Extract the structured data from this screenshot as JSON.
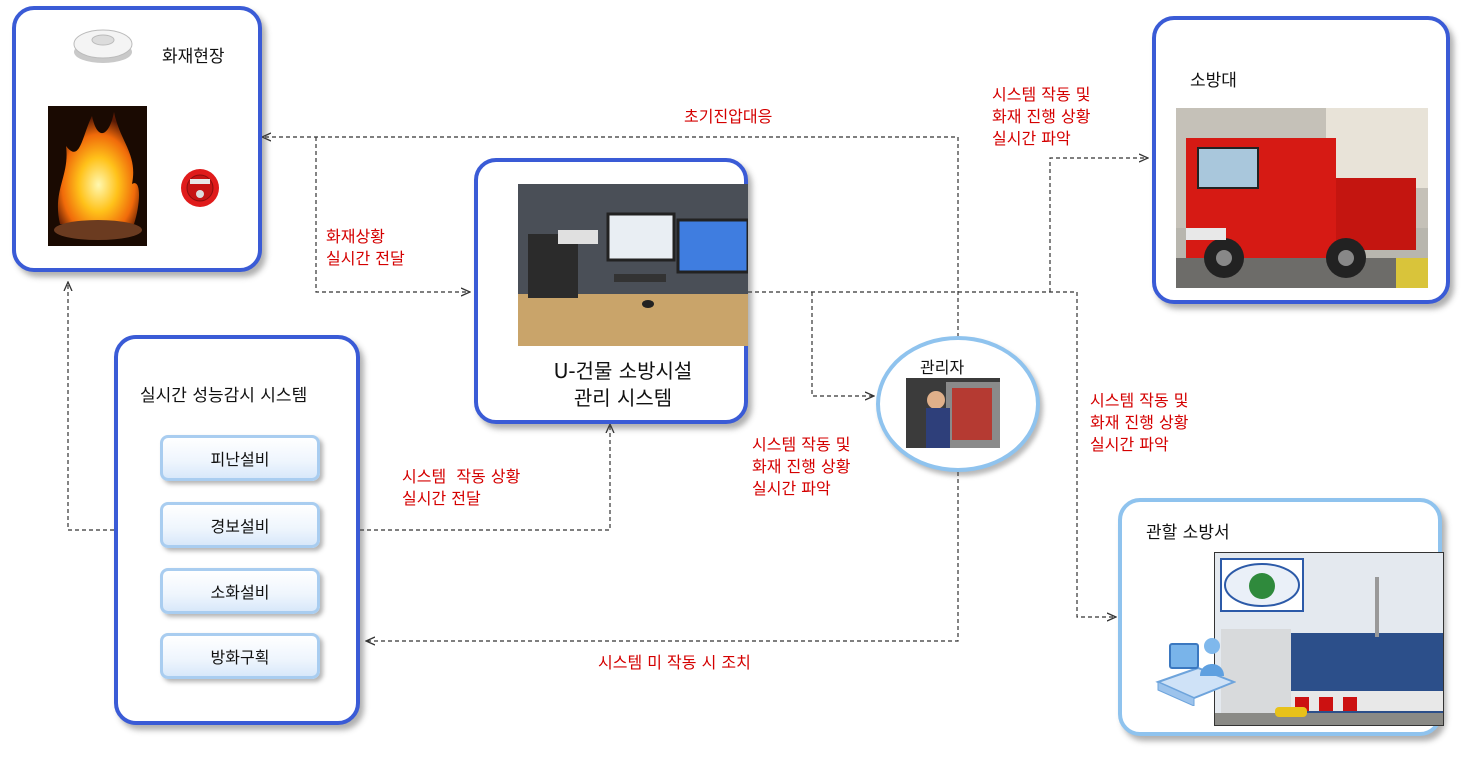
{
  "nodes": {
    "fire_scene": {
      "label": "화재현장"
    },
    "fire_brigade": {
      "label": "소방대"
    },
    "management_system": {
      "label_line1": "U-건물 소방시설",
      "label_line2": "관리 시스템"
    },
    "monitoring_system": {
      "label": "실시간 성능감시 시스템",
      "items": [
        "피난설비",
        "경보설비",
        "소화설비",
        "방화구획"
      ]
    },
    "manager": {
      "label": "관리자"
    },
    "fire_station": {
      "label": "관할 소방서"
    }
  },
  "edges": {
    "initial_suppression": "초기진압대응",
    "fire_status_relay": [
      "화재상황",
      "실시간 전달"
    ],
    "system_status_relay": [
      "시스템  작동 상황",
      "실시간 전달"
    ],
    "manager_monitoring": [
      "시스템 작동 및",
      "화재 진행 상황",
      "실시간 파악"
    ],
    "brigade_monitoring": [
      "시스템 작동 및",
      "화재 진행 상황",
      "실시간 파악"
    ],
    "station_monitoring": [
      "시스템 작동 및",
      "화재 진행 상황",
      "실시간 파악"
    ],
    "failure_action": "시스템 미 작동 시 조치"
  },
  "colors": {
    "box_border": "#3a5bd6",
    "box_border_light": "#8fc3ee",
    "edge_label": "#d40000",
    "arrow": "#333333"
  }
}
